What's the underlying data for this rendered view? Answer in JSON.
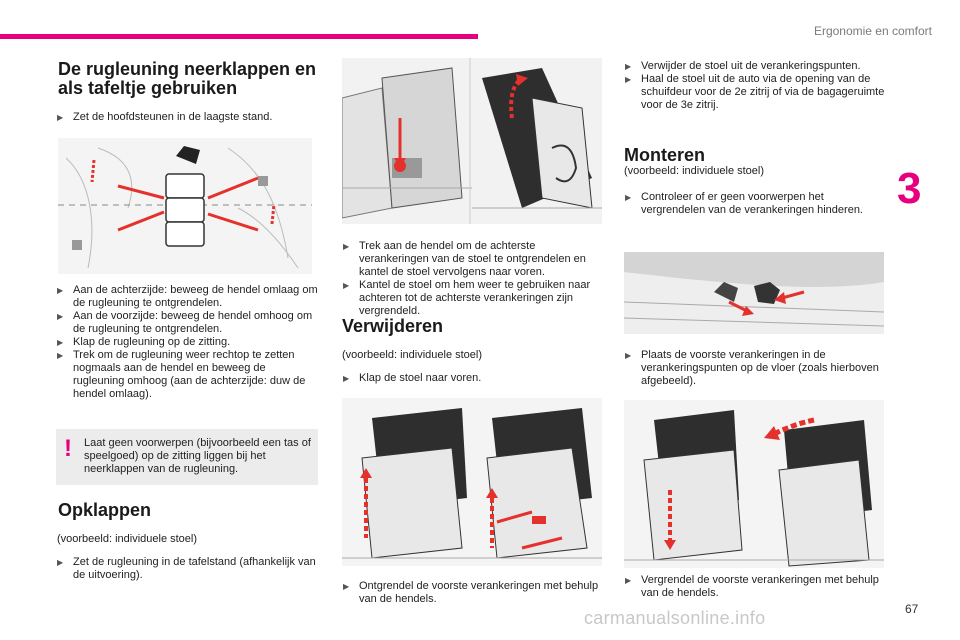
{
  "header": {
    "section": "Ergonomie en comfort"
  },
  "chapter": {
    "number": "3"
  },
  "page_number": "67",
  "watermark": "carmanualsonline.info",
  "colors": {
    "accent": "#e6007e",
    "arrow": "#e5312c",
    "box": "#ececec"
  },
  "section1": {
    "title": "De rugleuning neerklappen en als tafeltje gebruiken",
    "step0": "Zet de hoofdsteunen in de laagste stand.",
    "steps": [
      "Aan de achterzijde: beweeg de hendel omlaag om de rugleuning te ontgrendelen.",
      "Aan de voorzijde: beweeg de hendel omhoog om de rugleuning te ontgrendelen.",
      "Klap de rugleuning op de zitting.",
      "Trek om de rugleuning weer rechtop te zetten nogmaals aan de hendel en beweeg de rugleuning omhoog (aan de achterzijde: duw de hendel omlaag)."
    ],
    "warning": "Laat geen voorwerpen (bijvoorbeeld een tas of speelgoed) op de zitting liggen bij het neerklappen van de rugleuning."
  },
  "opklappen": {
    "title": "Opklappen",
    "subtitle": "(voorbeeld: individuele stoel)",
    "steps": [
      "Zet de rugleuning in de tafelstand (afhankelijk van de uitvoering)."
    ]
  },
  "middle": {
    "steps": [
      "Trek aan de hendel om de achterste verankeringen van de stoel te ontgrendelen en kantel de stoel vervolgens naar voren.",
      "Kantel de stoel om hem weer te gebruiken naar achteren tot de achterste verankeringen zijn vergrendeld."
    ]
  },
  "verwijderen": {
    "title": "Verwijderen",
    "subtitle": "(voorbeeld: individuele stoel)",
    "steps": [
      "Klap de stoel naar voren."
    ],
    "bottom_steps": [
      "Ontgrendel de voorste verankeringen met behulp van de hendels."
    ]
  },
  "right_top": {
    "steps": [
      "Verwijder de stoel uit de verankeringspunten.",
      "Haal de stoel uit de auto via de opening van de schuifdeur voor de 2e zitrij of via de bagageruimte voor de 3e zitrij."
    ]
  },
  "monteren": {
    "title": "Monteren",
    "subtitle": "(voorbeeld: individuele stoel)",
    "steps": [
      "Controleer of er geen voorwerpen het vergrendelen van de verankeringen hinderen."
    ],
    "steps2": [
      "Plaats de voorste verankeringen in de verankeringspunten op de vloer (zoals hierboven afgebeeld)."
    ],
    "steps3": [
      "Vergrendel de voorste verankeringen met behulp van de hendels."
    ]
  }
}
